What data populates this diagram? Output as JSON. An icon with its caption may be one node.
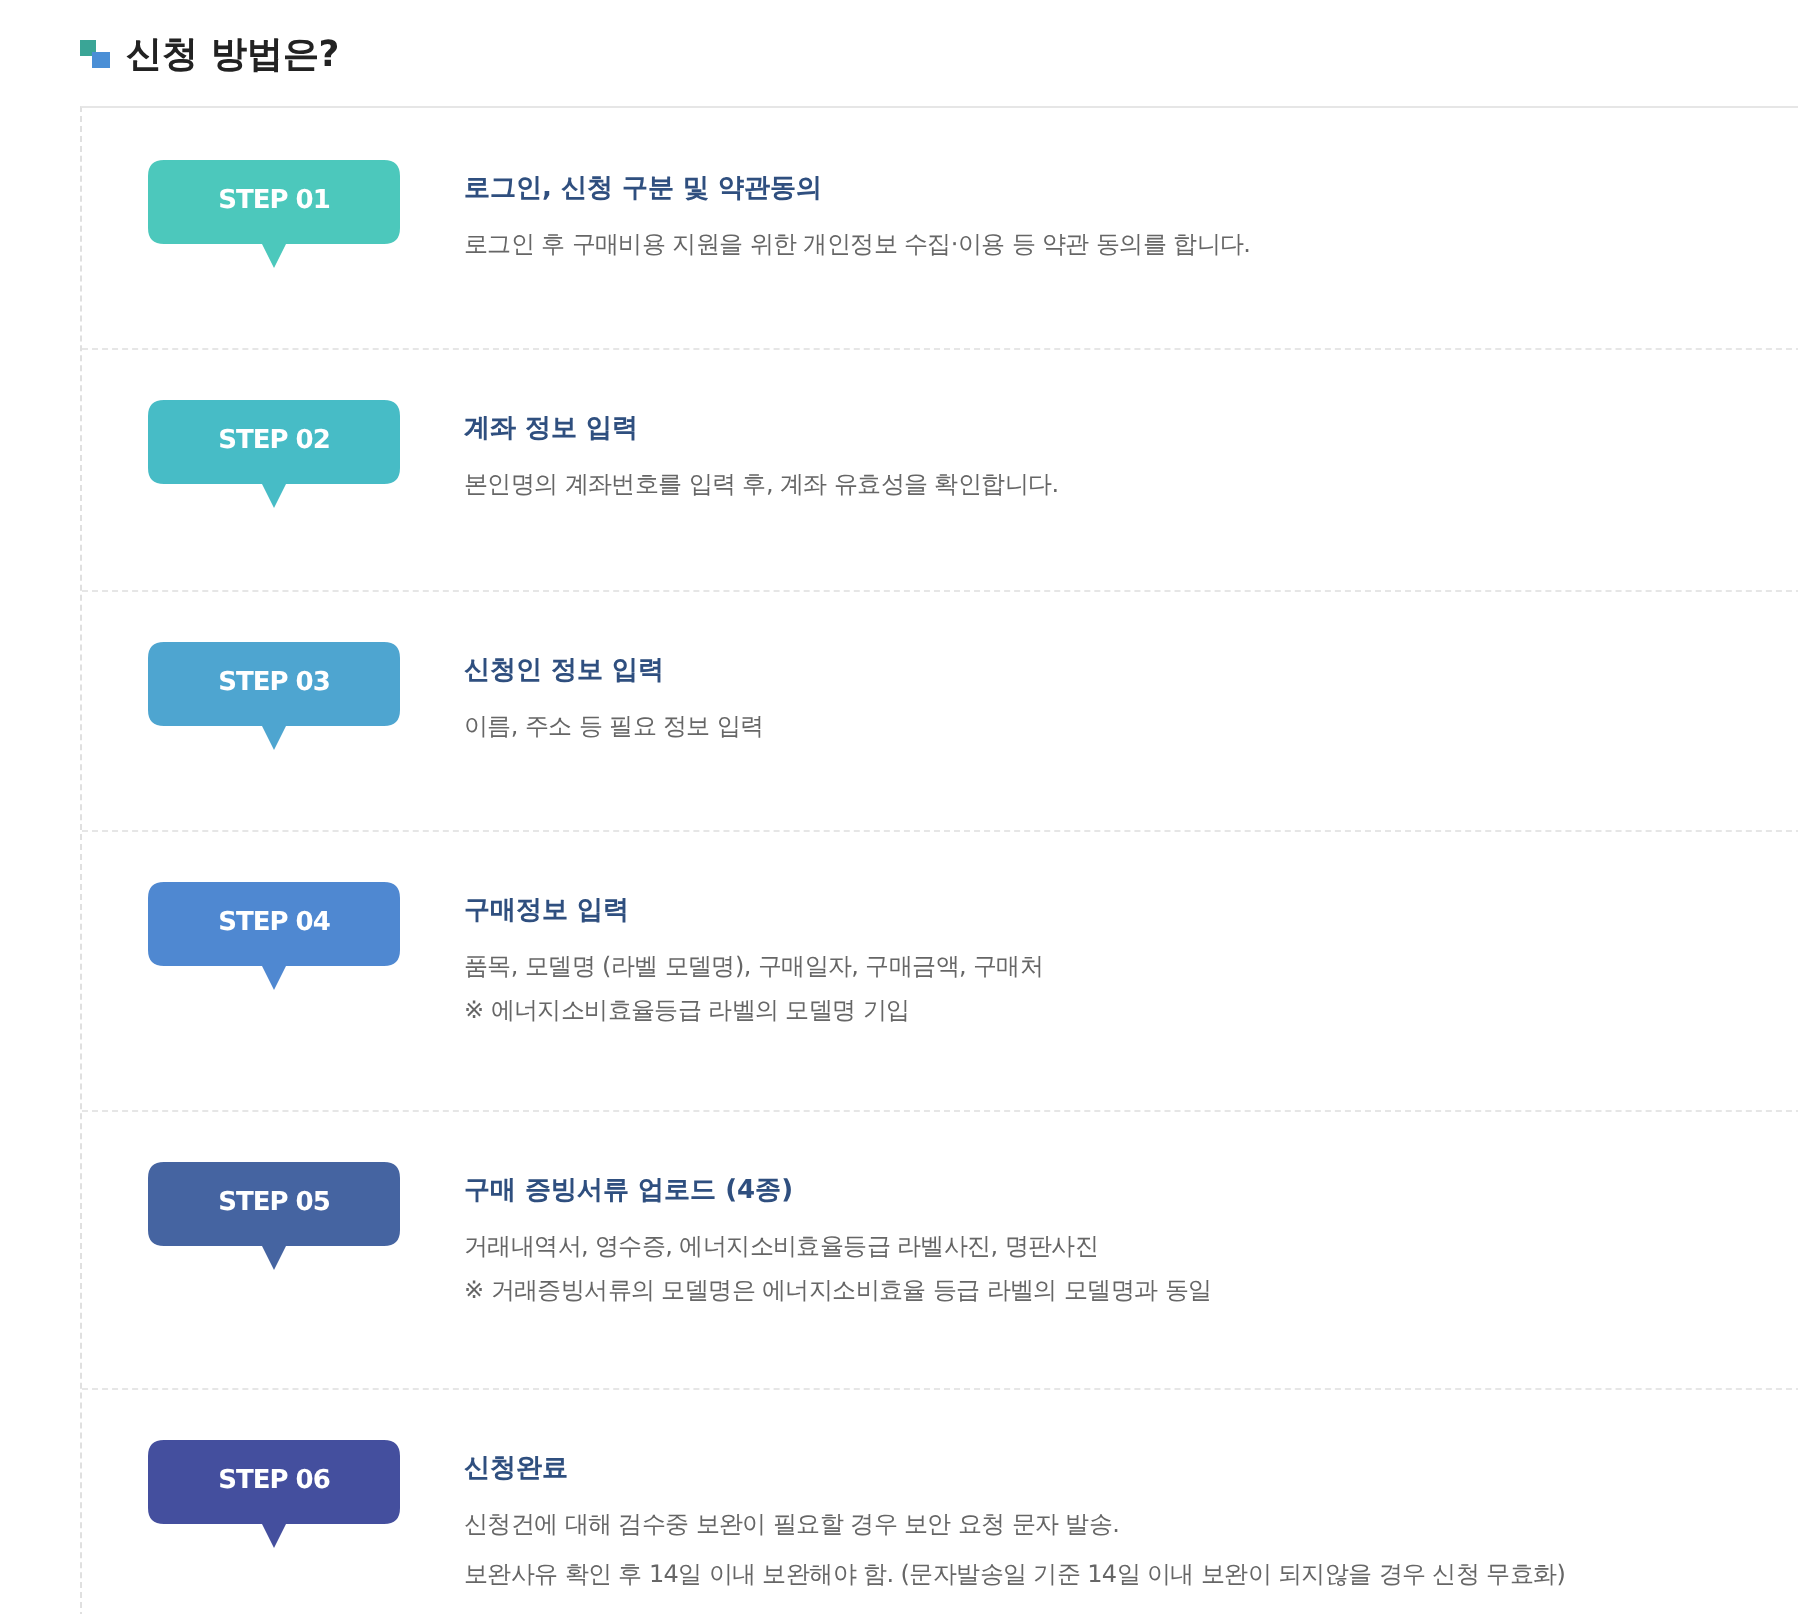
{
  "diagram": {
    "title": "신청 방법은?",
    "nodes": [
      {
        "text": [
          "STEP 01"
        ],
        "beside": [
          "로그인, 신청 구분 및 약관동의",
          "로그인 후 구매비용 지원을 위한 개인정보 수집·이용 등 약관 동의를 합니다."
        ]
      },
      {
        "text": [
          "STEP 02"
        ],
        "beside": [
          "계좌 정보 입력",
          "본인명의 계좌번호를 입력 후, 계좌 유효성을 확인합니다."
        ]
      },
      {
        "text": [
          "STEP 03"
        ],
        "beside": [
          "신청인 정보 입력",
          "이름, 주소 등 필요 정보 입력"
        ]
      },
      {
        "text": [
          "STEP 04"
        ],
        "beside": [
          "구매정보 입력",
          "품목, 모델명 (라벨 모델명), 구매일자, 구매금액, 구매처",
          "※ 에너지소비효율등급 라벨의 모델명 기입"
        ]
      },
      {
        "text": [
          "STEP 05"
        ],
        "beside": [
          "구매 증빙서류 업로드 (4종)",
          "거래내역서, 영수증, 에너지소비효율등급 라벨사진, 명판사진",
          "※ 거래증빙서류의 모델명은 에너지소비효율 등급 라벨의 모델명과 동일"
        ]
      },
      {
        "text": [
          "STEP 06"
        ],
        "beside": [
          "신청완료",
          "신청건에 대해 검수중 보완이 필요할 경우 보안 요청 문자 발송.",
          "보완사유 확인 후 14일 이내 보완해야 함. (문자발송일 기준 14일 이내 보완이 되지않을 경우 신청 무효화)"
        ]
      }
    ],
    "edges": []
  }
}
